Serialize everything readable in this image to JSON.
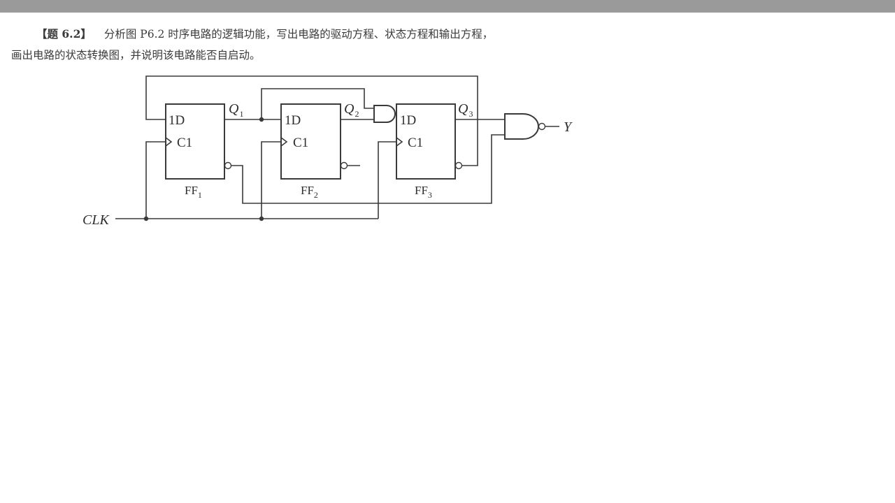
{
  "problem": {
    "number": "【题 6.2】",
    "line1": "分析图 P6.2 时序电路的逻辑功能，写出电路的驱动方程、状态方程和输出方程，",
    "line2": "画出电路的状态转换图，并说明该电路能否自启动。"
  },
  "circuit": {
    "pin_d": "1D",
    "pin_clk": "C1",
    "q_letter": "Q",
    "ff_prefix": "FF",
    "flipflops": [
      {
        "index": "1"
      },
      {
        "index": "2"
      },
      {
        "index": "3"
      }
    ],
    "clk_label": "CLK",
    "output_label": "Y"
  }
}
